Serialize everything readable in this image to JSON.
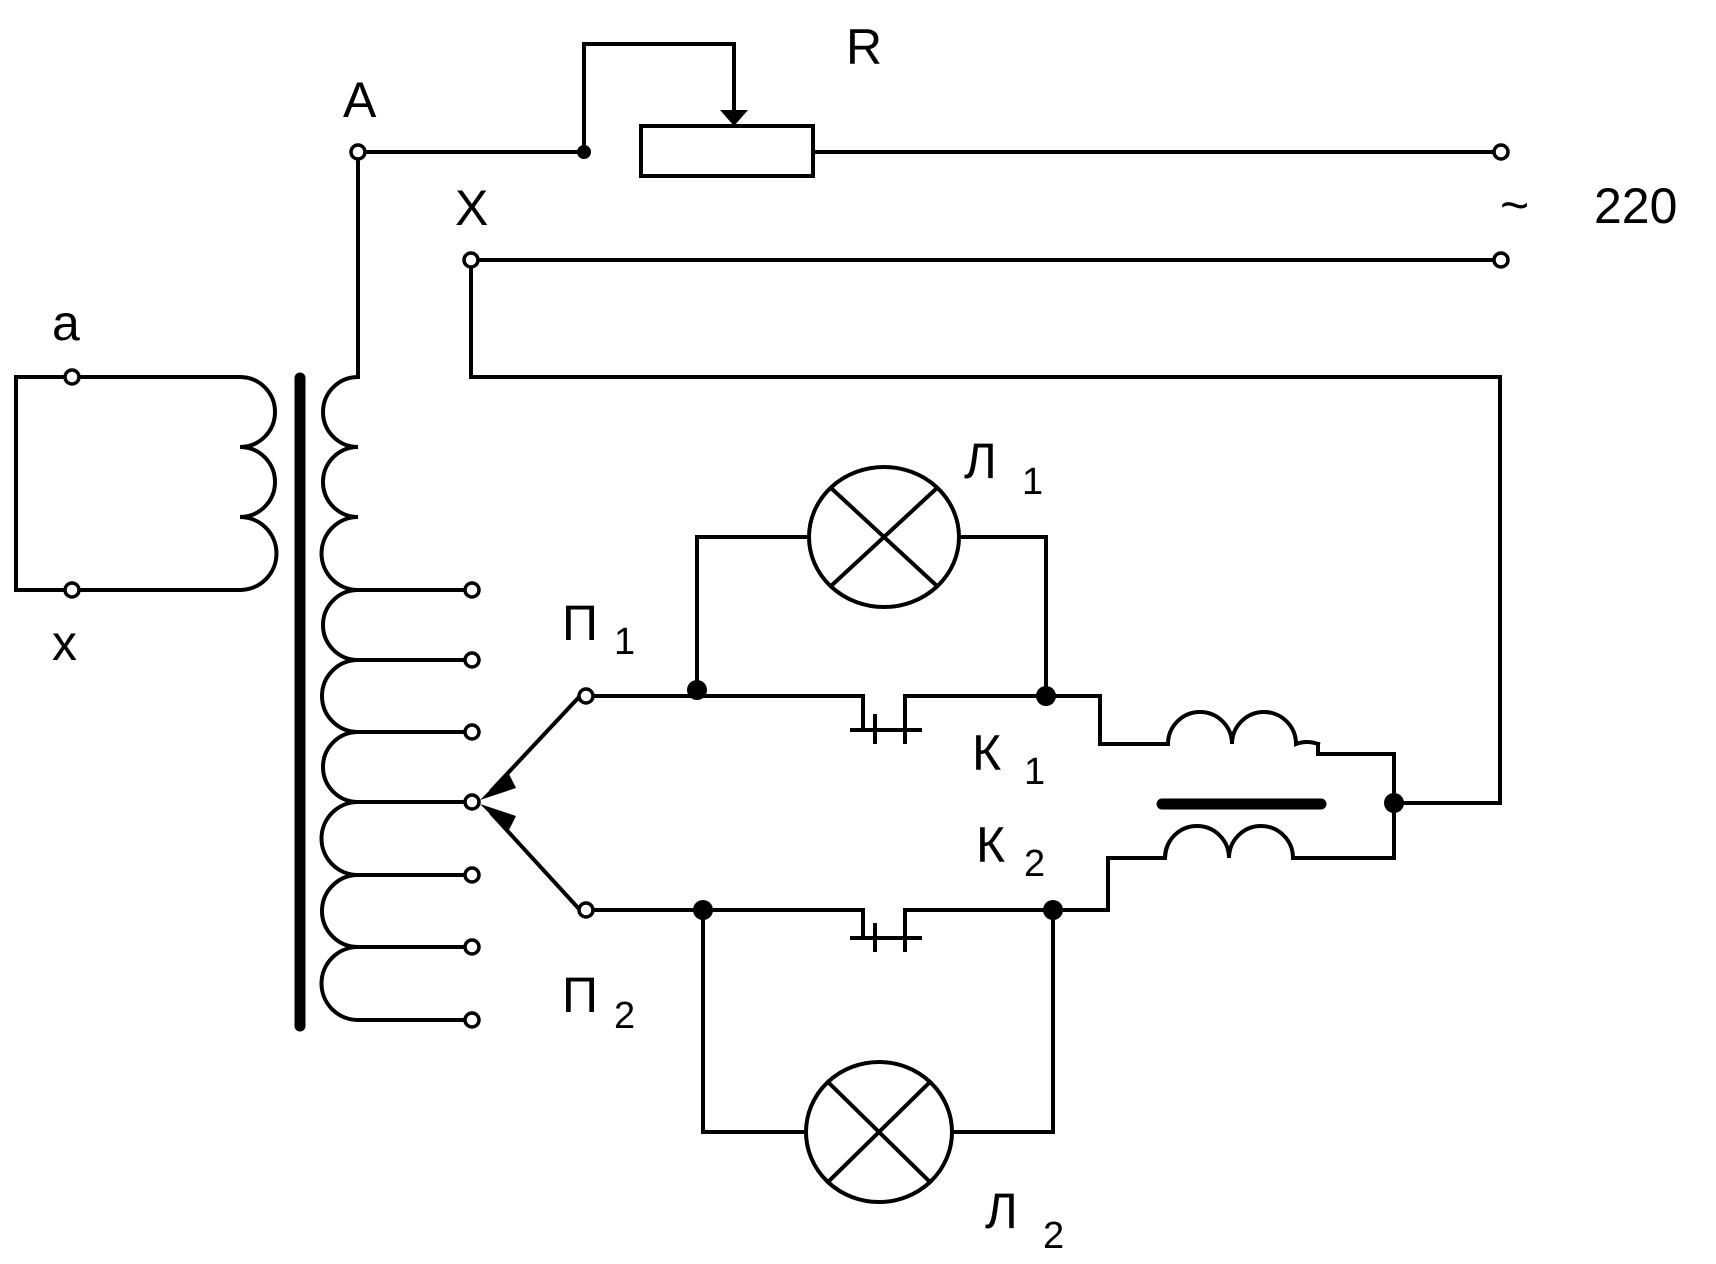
{
  "labels": {
    "A": "A",
    "X": "X",
    "a": "a",
    "x": "x",
    "R": "R",
    "supply_symbol": "~",
    "supply_value": "220",
    "L1": "Л",
    "L1_sub": "1",
    "L2": "Л",
    "L2_sub": "2",
    "P1": "П",
    "P1_sub": "1",
    "P2": "П",
    "P2_sub": "2",
    "K1": "К",
    "K1_sub": "1",
    "K2": "К",
    "K2_sub": "2"
  }
}
